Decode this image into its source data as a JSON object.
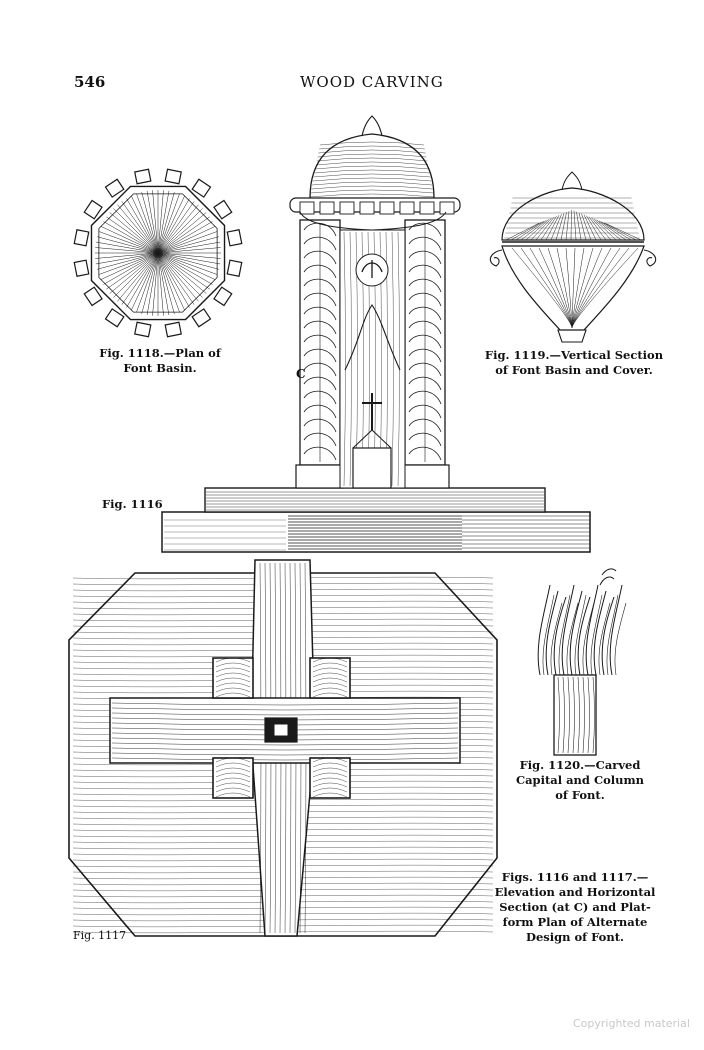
{
  "header": {
    "page_number": "546",
    "running_title": "WOOD CARVING"
  },
  "figures": {
    "fig1118": {
      "caption": "Fig. 1118.—Plan of\nFont Basin."
    },
    "fig1119": {
      "caption": "Fig. 1119.—Vertical Section\nof Font Basin and Cover."
    },
    "fig1116": {
      "label": "Fig. 1116",
      "section_marker": "C"
    },
    "fig1117": {
      "label": "Fig. 1117"
    },
    "fig1120": {
      "caption": "Fig. 1120.—Carved\nCapital and Column\nof Font."
    },
    "fig1116_1117": {
      "caption": "Figs. 1116 and 1117.—\nElevation and Horizontal\nSection (at C) and Plat-\nform Plan of Alternate\nDesign of Font."
    }
  },
  "watermark": "Copyrighted material",
  "colors": {
    "ink": "#1a1a1a",
    "paper": "#ffffff",
    "watermark": "#c8c8c8"
  }
}
